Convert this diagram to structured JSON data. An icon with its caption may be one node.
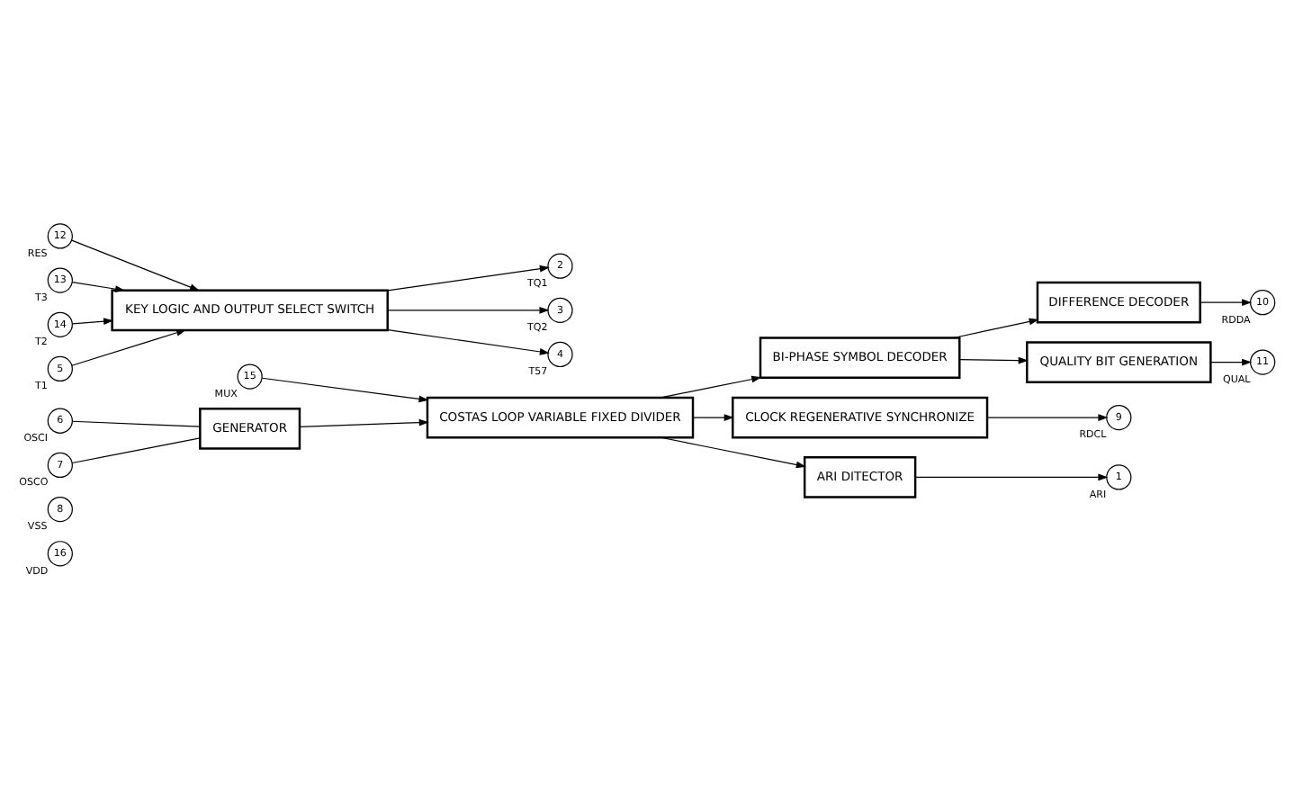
{
  "diagram": {
    "nodes": [
      {
        "text": [
          "16"
        ],
        "beside": [
          "VDD"
        ]
      },
      {
        "text": [
          "8"
        ],
        "beside": [
          "VSS"
        ]
      },
      {
        "text": [
          "15"
        ],
        "beside": [
          "MUX"
        ]
      },
      {
        "text": [
          "COSTAS LOOP VARIABLE FIXED DIVIDER"
        ]
      },
      {
        "text": [
          "BI-PHASE SYMBOL DECODER"
        ]
      },
      {
        "text": [
          "DIFFERENCE DECODER"
        ]
      },
      {
        "text": [
          "10"
        ],
        "beside": [
          "RDDA"
        ]
      },
      {
        "text": [
          "QUALITY BIT GENERATION"
        ]
      },
      {
        "text": [
          "11"
        ],
        "beside": [
          "QUAL"
        ]
      },
      {
        "text": [
          "6"
        ],
        "beside": [
          "OSCI"
        ]
      },
      {
        "text": [
          "7"
        ],
        "beside": [
          "OSCO"
        ]
      },
      {
        "text": [
          "GENERATOR"
        ]
      },
      {
        "text": [
          "CLOCK REGENERATIVE SYNCHRONIZE"
        ]
      },
      {
        "text": [
          "9"
        ],
        "beside": [
          "RDCL"
        ]
      },
      {
        "text": [
          "ARI DITECTOR"
        ]
      },
      {
        "text": [
          "KEY LOGIC AND OUTPUT SELECT SWITCH"
        ]
      },
      {
        "text": [
          "1"
        ],
        "beside": [
          "ARI"
        ]
      },
      {
        "text": [
          "12"
        ],
        "beside": [
          "RES"
        ]
      },
      {
        "text": [
          "13"
        ],
        "beside": [
          "T3"
        ]
      },
      {
        "text": [
          "14"
        ],
        "beside": [
          "T2"
        ]
      },
      {
        "text": [
          "5"
        ],
        "beside": [
          "T1"
        ]
      },
      {
        "text": [
          "2"
        ],
        "beside": [
          "TQ1"
        ]
      },
      {
        "text": [
          "3"
        ],
        "beside": [
          "TQ2"
        ]
      },
      {
        "text": [
          "4"
        ],
        "beside": [
          "T57"
        ]
      }
    ],
    "edges": [
      {
        "from": 2,
        "to": 3,
        "arrow": "to"
      },
      {
        "from": 3,
        "to": 4,
        "arrow": "to"
      },
      {
        "from": 4,
        "to": 5,
        "arrow": "to"
      },
      {
        "from": 4,
        "to": 7,
        "arrow": "to"
      },
      {
        "from": 5,
        "to": 6,
        "arrow": "to"
      },
      {
        "from": 7,
        "to": 8,
        "arrow": "to"
      },
      {
        "from": 9,
        "to": 11,
        "arrow": "none"
      },
      {
        "from": 10,
        "to": 11,
        "arrow": "none"
      },
      {
        "from": 11,
        "to": 3,
        "arrow": "to"
      },
      {
        "from": 3,
        "to": 12,
        "arrow": "to"
      },
      {
        "from": 3,
        "to": 14,
        "arrow": "to"
      },
      {
        "from": 12,
        "to": 13,
        "arrow": "to"
      },
      {
        "from": 14,
        "to": 16,
        "arrow": "to"
      },
      {
        "from": 17,
        "to": 15,
        "arrow": "to"
      },
      {
        "from": 18,
        "to": 15,
        "arrow": "to"
      },
      {
        "from": 19,
        "to": 15,
        "arrow": "to"
      },
      {
        "from": 20,
        "to": 15,
        "arrow": "to"
      },
      {
        "from": 15,
        "to": 21,
        "arrow": "to"
      },
      {
        "from": 15,
        "to": 22,
        "arrow": "to"
      },
      {
        "from": 15,
        "to": 23,
        "arrow": "to"
      }
    ]
  }
}
